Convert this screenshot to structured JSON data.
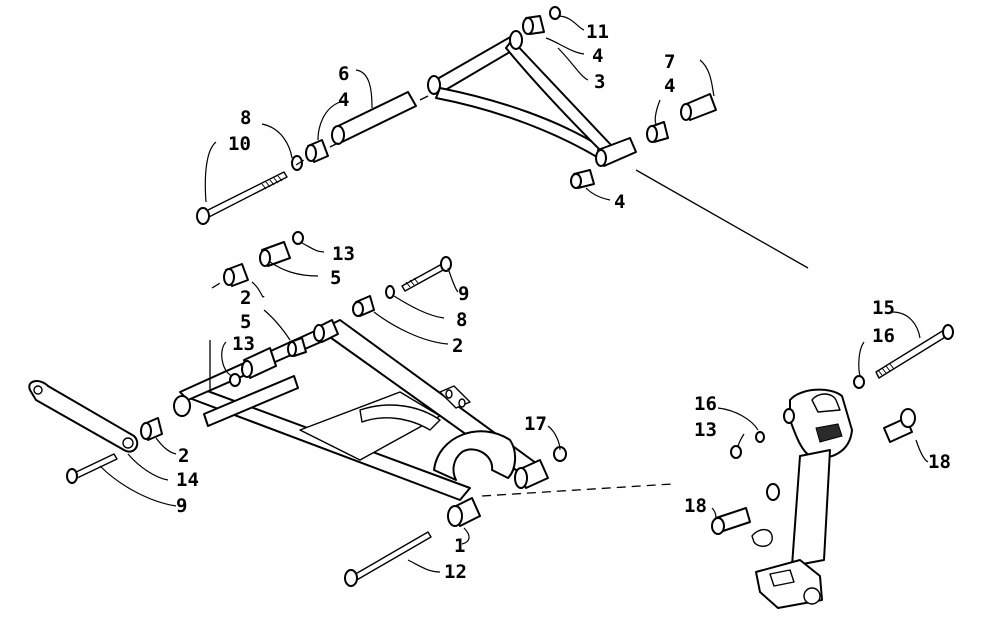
{
  "callouts": {
    "c1": "1",
    "c2a": "2",
    "c2b": "2",
    "c2c": "2",
    "c3": "3",
    "c4a": "4",
    "c4b": "4",
    "c4c": "4",
    "c4d": "4",
    "c5a": "5",
    "c5b": "5",
    "c6": "6",
    "c7": "7",
    "c8a": "8",
    "c8b": "8",
    "c9a": "9",
    "c9b": "9",
    "c10": "10",
    "c11": "11",
    "c12": "12",
    "c13a": "13",
    "c13b": "13",
    "c13c": "13",
    "c14": "14",
    "c15": "15",
    "c16a": "16",
    "c16b": "16",
    "c17": "17",
    "c18a": "18",
    "c18b": "18"
  }
}
